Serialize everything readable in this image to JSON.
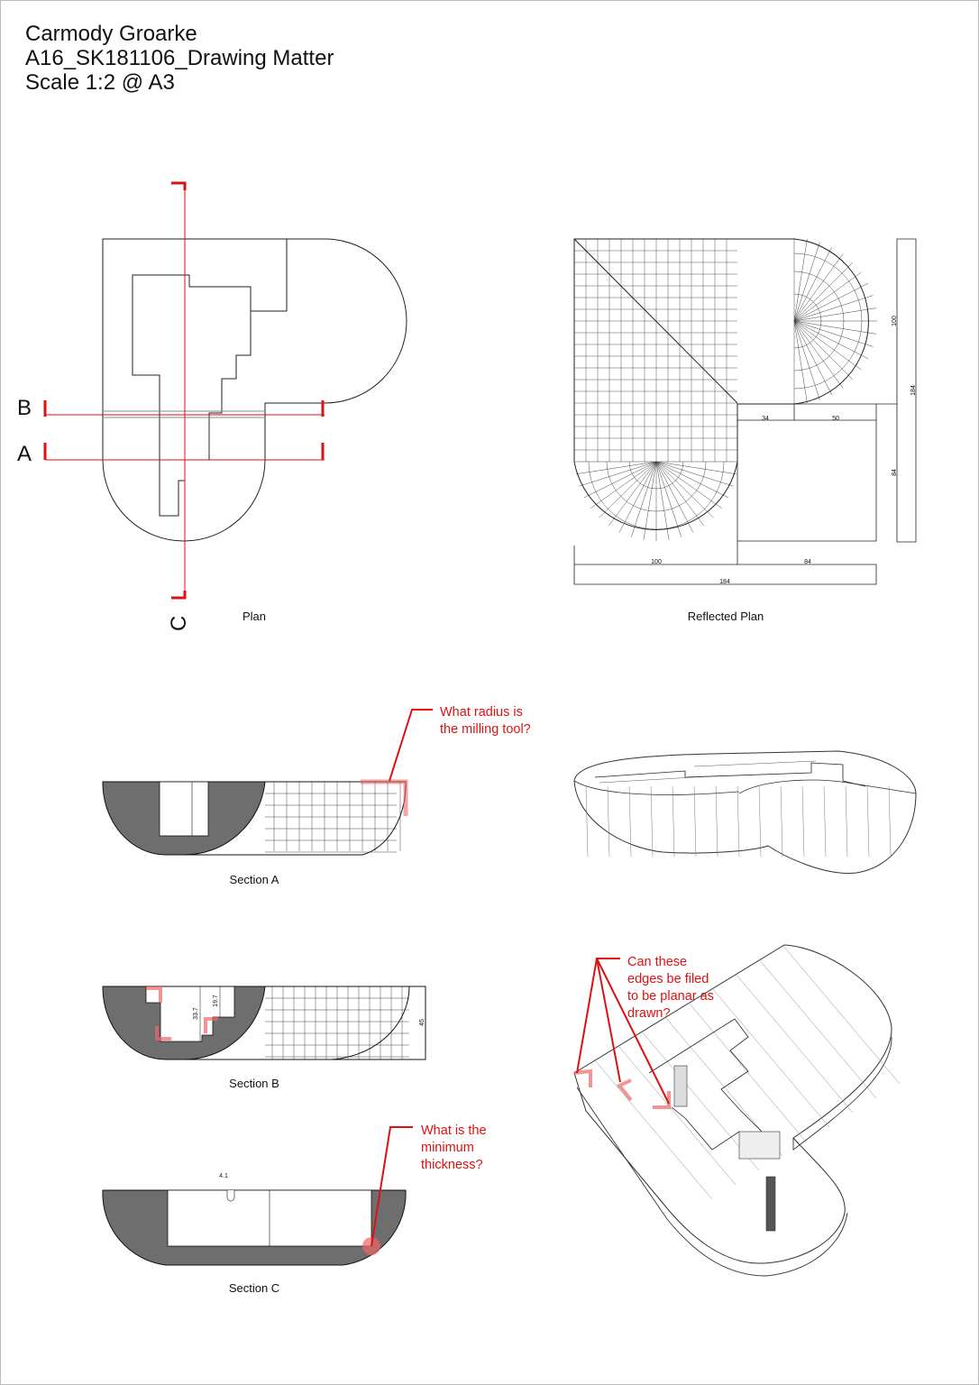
{
  "header": {
    "line1": "Carmody Groarke",
    "line2": "A16_SK181106_Drawing Matter",
    "line3": "Scale 1:2 @ A3"
  },
  "plan": {
    "caption": "Plan",
    "section_markers": [
      "B",
      "A",
      "C"
    ]
  },
  "reflected_plan": {
    "caption": "Reflected Plan",
    "dimensions": [
      "100",
      "184",
      "34",
      "50",
      "84",
      "100",
      "84",
      "184"
    ]
  },
  "section_a": {
    "caption": "Section A"
  },
  "section_b": {
    "caption": "Section B",
    "dimensions": [
      "33.7",
      "19.7",
      "45"
    ]
  },
  "section_c": {
    "caption": "Section C",
    "dimensions": [
      "4.1"
    ]
  },
  "notes": {
    "milling": [
      "What radius is",
      "the milling tool?"
    ],
    "edges": [
      "Can these",
      "edges be filed",
      "to be planar as",
      "drawn?"
    ],
    "thickness": [
      "What is the",
      "minimum",
      "thickness?"
    ]
  },
  "colors": {
    "annotation": "#dd1111",
    "section_fill": "#6e6e6e",
    "line": "#111111"
  }
}
